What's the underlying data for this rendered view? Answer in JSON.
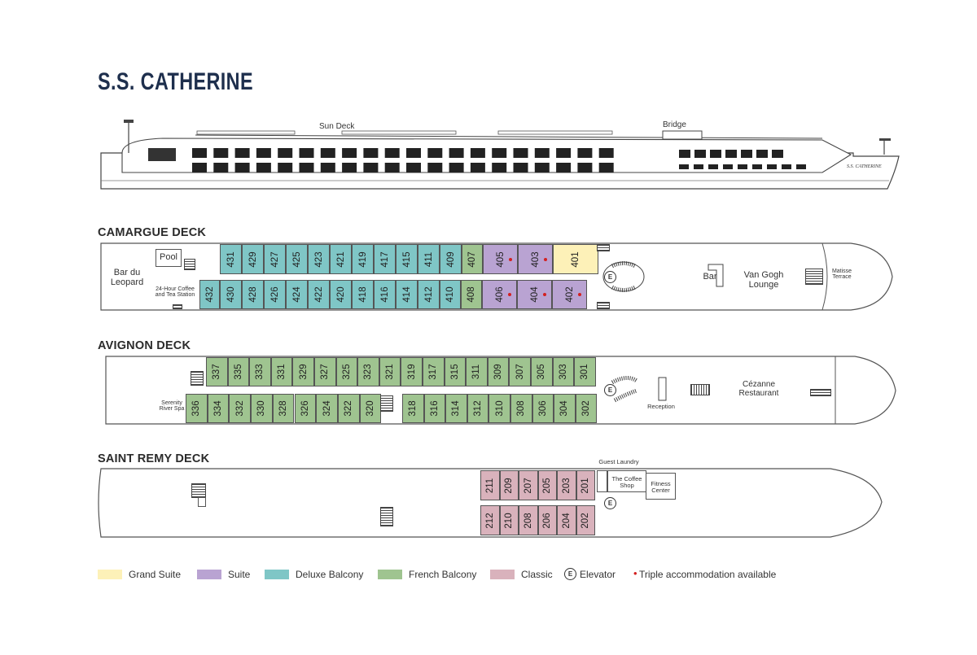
{
  "title": "S.S. CATHERINE",
  "profile": {
    "sun_deck": "Sun Deck",
    "bridge": "Bridge",
    "hull_name": "S.S. CATHERINE"
  },
  "decks": {
    "camargue": {
      "name": "CAMARGUE DECK",
      "labels": {
        "bar": "Bar du Leopard",
        "pool": "Pool",
        "coffee": "24-Hour Coffee and Tea Station",
        "lounge": "Van Gogh Lounge",
        "bar2": "Bar",
        "terrace": "Matisse Terrace",
        "elevator": "E"
      },
      "top": [
        {
          "n": "431",
          "t": "db"
        },
        {
          "n": "429",
          "t": "db"
        },
        {
          "n": "427",
          "t": "db"
        },
        {
          "n": "425",
          "t": "db"
        },
        {
          "n": "423",
          "t": "db"
        },
        {
          "n": "421",
          "t": "db"
        },
        {
          "n": "419",
          "t": "db"
        },
        {
          "n": "417",
          "t": "db"
        },
        {
          "n": "415",
          "t": "db"
        },
        {
          "n": "411",
          "t": "db"
        },
        {
          "n": "409",
          "t": "db"
        },
        {
          "n": "407",
          "t": "fb"
        },
        {
          "n": "405",
          "t": "su",
          "dot": true
        },
        {
          "n": "403",
          "t": "su",
          "dot": true
        },
        {
          "n": "401",
          "t": "gs"
        }
      ],
      "bottom": [
        {
          "n": "432",
          "t": "db"
        },
        {
          "n": "430",
          "t": "db"
        },
        {
          "n": "428",
          "t": "db"
        },
        {
          "n": "426",
          "t": "db"
        },
        {
          "n": "424",
          "t": "db"
        },
        {
          "n": "422",
          "t": "db"
        },
        {
          "n": "420",
          "t": "db"
        },
        {
          "n": "418",
          "t": "db"
        },
        {
          "n": "416",
          "t": "db"
        },
        {
          "n": "414",
          "t": "db"
        },
        {
          "n": "412",
          "t": "db"
        },
        {
          "n": "410",
          "t": "db"
        },
        {
          "n": "408",
          "t": "fb"
        },
        {
          "n": "406",
          "t": "su",
          "dot": true
        },
        {
          "n": "404",
          "t": "su",
          "dot": true
        },
        {
          "n": "402",
          "t": "su",
          "dot": true
        }
      ]
    },
    "avignon": {
      "name": "AVIGNON DECK",
      "labels": {
        "spa": "Serenity River Spa",
        "reception": "Reception",
        "restaurant": "Cézanne Restaurant",
        "elevator": "E"
      },
      "top": [
        "337",
        "335",
        "333",
        "331",
        "329",
        "327",
        "325",
        "323",
        "321",
        "319",
        "317",
        "315",
        "311",
        "309",
        "307",
        "305",
        "303",
        "301"
      ],
      "bottom_left": [
        "336",
        "334",
        "332",
        "330",
        "328",
        "326",
        "324",
        "322",
        "320"
      ],
      "bottom_right": [
        "318",
        "316",
        "314",
        "312",
        "310",
        "308",
        "306",
        "304",
        "302"
      ]
    },
    "saint_remy": {
      "name": "SAINT REMY DECK",
      "labels": {
        "laundry": "Guest Laundry",
        "coffee_shop": "The Coffee Shop",
        "fitness": "Fitness Center",
        "elevator": "E"
      },
      "top": [
        "211",
        "209",
        "207",
        "205",
        "203",
        "201"
      ],
      "bottom": [
        "212",
        "210",
        "208",
        "206",
        "204",
        "202"
      ]
    }
  },
  "legend": [
    {
      "label": "Grand Suite",
      "color": "#fdf1b8"
    },
    {
      "label": "Suite",
      "color": "#b9a3d2"
    },
    {
      "label": "Deluxe Balcony",
      "color": "#7fc6c6"
    },
    {
      "label": "French Balcony",
      "color": "#9fc490"
    },
    {
      "label": "Classic",
      "color": "#d9b2bc"
    },
    {
      "label": "Elevator",
      "icon": "E"
    },
    {
      "label": "Triple accommodation available",
      "marker": "•"
    }
  ],
  "colors": {
    "gs": "#fdf1b8",
    "su": "#b9a3d2",
    "db": "#7fc6c6",
    "fb": "#9fc490",
    "cl": "#d9b2bc",
    "dot": "#d32020",
    "title": "#1e2f4d"
  }
}
